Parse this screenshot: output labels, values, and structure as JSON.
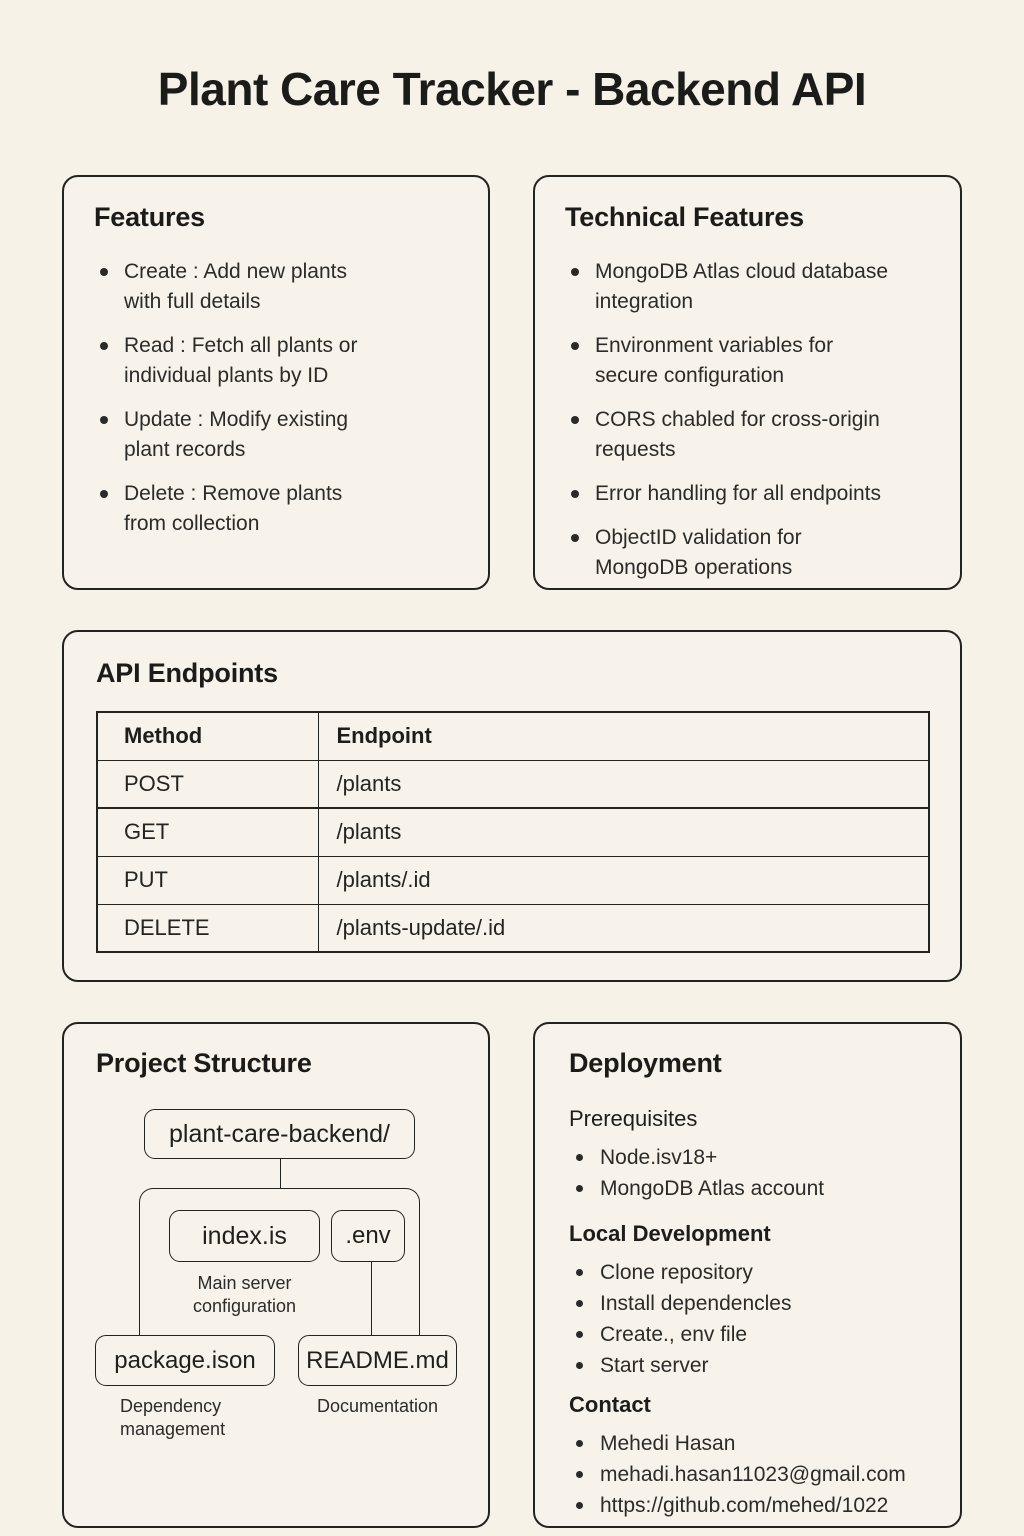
{
  "title": "Plant Care Tracker - Backend API",
  "features": {
    "title": "Features",
    "items": [
      "Create : Add new plants with full details",
      "Read : Fetch all plants or individual plants by ID",
      "Update : Modify existing plant records",
      "Delete : Remove plants from collection"
    ]
  },
  "technical_features": {
    "title": "Technical Features",
    "items": [
      "MongoDB Atlas cloud database integration",
      "Environment variables for secure configuration",
      "CORS chabled for cross-origin requests",
      "Error handling for all endpoints",
      "ObjectID validation for MongoDB operations"
    ]
  },
  "api_endpoints": {
    "title": "API Endpoints",
    "table": {
      "headers": [
        "Method",
        "Endpoint"
      ],
      "rows": [
        [
          "POST",
          "/plants"
        ],
        [
          "GET",
          "/plants"
        ],
        [
          "PUT",
          "/plants/.id"
        ],
        [
          "DELETE",
          "/plants-update/.id"
        ]
      ]
    }
  },
  "project_structure": {
    "title": "Project Structure",
    "root": "plant-care-backend/",
    "nodes": {
      "index": {
        "label": "index.is",
        "caption": "Main server configuration"
      },
      "env": {
        "label": ".env"
      },
      "package": {
        "label": "package.ison",
        "caption": "Dependency management"
      },
      "readme": {
        "label": "README.md",
        "caption": "Documentation"
      }
    }
  },
  "deployment": {
    "title": "Deployment",
    "sections": [
      {
        "heading": "Prerequisites",
        "items": [
          "Node.isv18+",
          "MongoDB Atlas account"
        ]
      },
      {
        "heading": "Local Development",
        "items": [
          "Clone repository",
          "Install dependencles",
          "Create., env file",
          "Start server"
        ]
      },
      {
        "heading": "Contact",
        "items": [
          "Mehedi Hasan",
          "mehadi.hasan11023@gmail.com",
          "https://github.com/mehed/1022"
        ]
      }
    ]
  },
  "colors": {
    "background": "#F6F2E8",
    "line": "#23231F",
    "heading_text": "#1B1B19",
    "body_text": "#2B2B29"
  }
}
